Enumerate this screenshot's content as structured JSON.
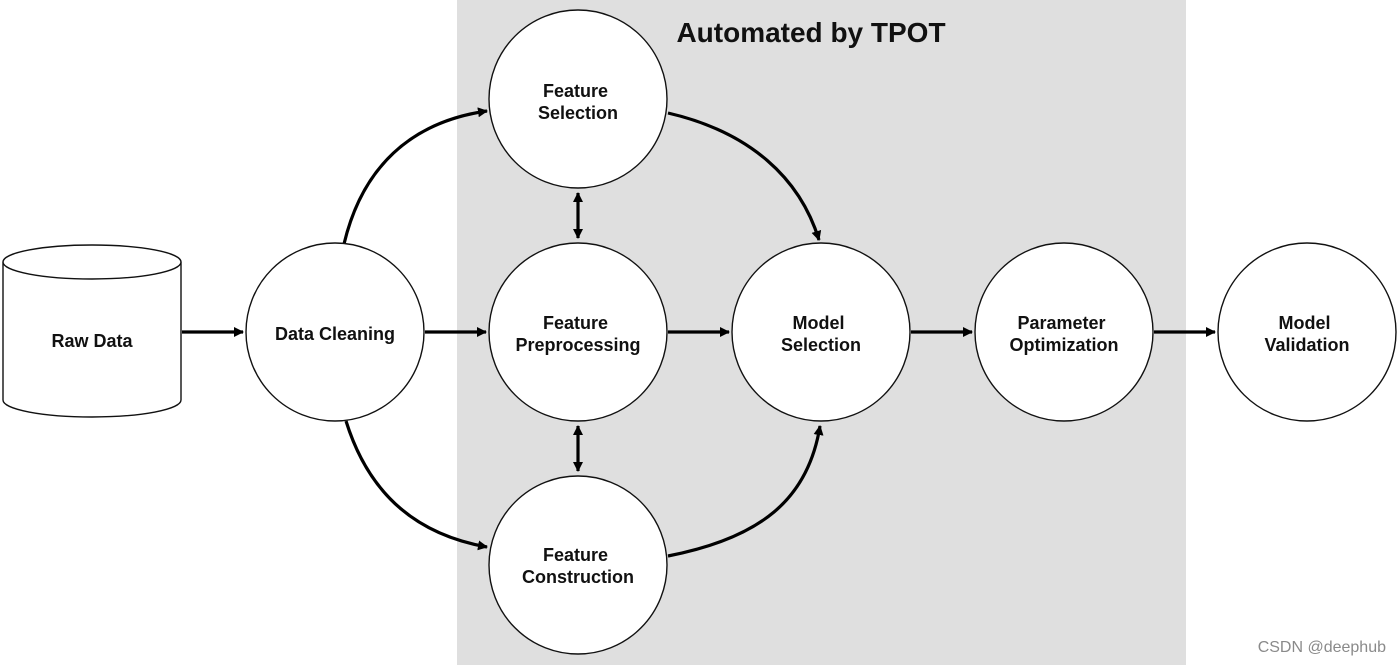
{
  "automated_region": {
    "title": "Automated by TPOT",
    "fill": "#dfdfdf"
  },
  "nodes": {
    "raw_data": {
      "lines": [
        "Raw Data"
      ]
    },
    "data_cleaning": {
      "lines": [
        "Data Cleaning"
      ]
    },
    "feature_selection": {
      "lines": [
        "Feature",
        "Selection"
      ]
    },
    "feature_preprocessing": {
      "lines": [
        "Feature",
        "Preprocessing"
      ]
    },
    "feature_construction": {
      "lines": [
        "Feature",
        "Construction"
      ]
    },
    "model_selection": {
      "lines": [
        "Model",
        "Selection"
      ]
    },
    "parameter_optimization": {
      "lines": [
        "Parameter",
        "Optimization"
      ]
    },
    "model_validation": {
      "lines": [
        "Model",
        "Validation"
      ]
    }
  },
  "watermark": "CSDN @deephub"
}
